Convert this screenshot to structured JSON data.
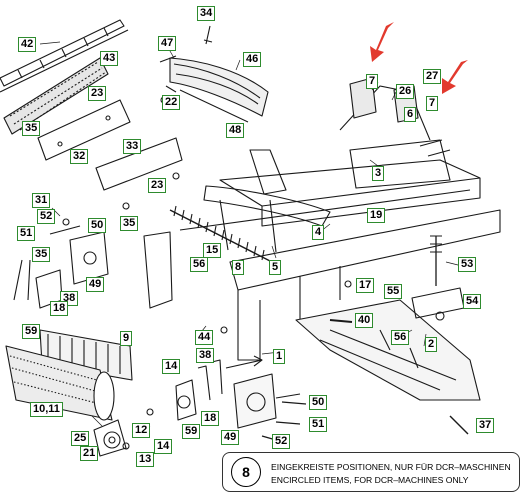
{
  "callouts": [
    "34",
    "42",
    "47",
    "46",
    "43",
    "22",
    "23",
    "7",
    "27",
    "26",
    "6",
    "7",
    "35",
    "48",
    "32",
    "33",
    "23",
    "3",
    "31",
    "52",
    "50",
    "35",
    "51",
    "49",
    "56",
    "15",
    "8",
    "5",
    "4",
    "19",
    "35",
    "38",
    "18",
    "53",
    "17",
    "55",
    "54",
    "40",
    "59",
    "9",
    "44",
    "56",
    "1",
    "38",
    "2",
    "14",
    "50",
    "10,11",
    "25",
    "12",
    "18",
    "51",
    "21",
    "52",
    "49",
    "59",
    "14",
    "13",
    "37"
  ],
  "note": {
    "badge": "8",
    "line1": "EINGEKREISTE POSITIONEN, NUR FÜR DCR–MASCHINEN",
    "line2": "ENCIRCLED ITEMS, FOR DCR–MACHINES ONLY"
  },
  "colors": {
    "callout_border": "#2e8b2e",
    "arrow": "#e23a2e",
    "line_art": "#1a1a1a"
  }
}
